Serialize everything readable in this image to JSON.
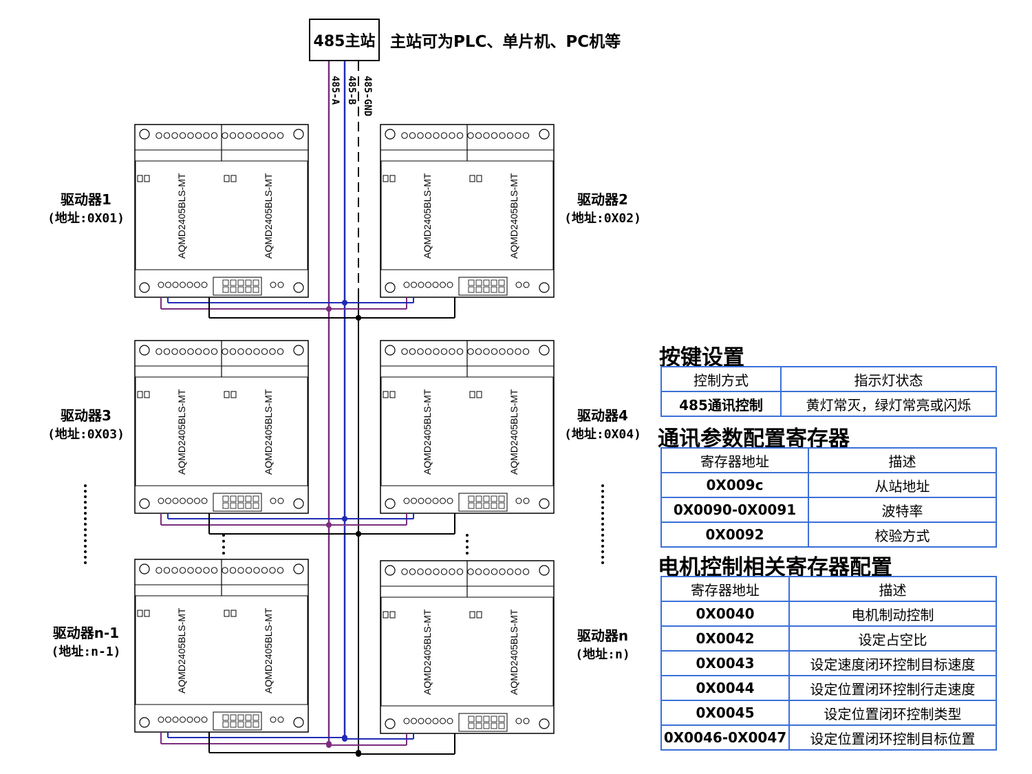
{
  "master": {
    "label": "485主站",
    "note": "主站可为PLC、单片机、PC机等"
  },
  "bus_lines": {
    "a": "485-A",
    "b": "485-B",
    "gnd": "485-GND"
  },
  "colors": {
    "line_a": "#7b2d7e",
    "line_b": "#1f2bb5",
    "line_gnd": "#000000",
    "table_border": "#3a6fd8"
  },
  "drivers": [
    {
      "name": "驱动器1",
      "addr": "(地址:0X01)"
    },
    {
      "name": "驱动器2",
      "addr": "(地址:0X02)"
    },
    {
      "name": "驱动器3",
      "addr": "(地址:0X03)"
    },
    {
      "name": "驱动器4",
      "addr": "(地址:0X04)"
    },
    {
      "name": "驱动器n-1",
      "addr": "(地址:n-1)"
    },
    {
      "name": "驱动器n",
      "addr": "(地址:n)"
    }
  ],
  "model": "AQMD2405BLS-MT",
  "key_settings": {
    "title": "按键设置",
    "headers": [
      "控制方式",
      "指示灯状态"
    ],
    "rows": [
      [
        "485通讯控制",
        "黄灯常灭，绿灯常亮或闪烁"
      ]
    ]
  },
  "comm_registers": {
    "title": "通讯参数配置寄存器",
    "headers": [
      "寄存器地址",
      "描述"
    ],
    "rows": [
      [
        "0X009c",
        "从站地址"
      ],
      [
        "0X0090-0X0091",
        "波特率"
      ],
      [
        "0X0092",
        "校验方式"
      ]
    ]
  },
  "motor_registers": {
    "title": "电机控制相关寄存器配置",
    "headers": [
      "寄存器地址",
      "描述"
    ],
    "rows": [
      [
        "0X0040",
        "电机制动控制"
      ],
      [
        "0X0042",
        "设定占空比"
      ],
      [
        "0X0043",
        "设定速度闭环控制目标速度"
      ],
      [
        "0X0044",
        "设定位置闭环控制行走速度"
      ],
      [
        "0X0045",
        "设定位置闭环控制类型"
      ],
      [
        "0X0046-0X0047",
        "设定位置闭环控制目标位置"
      ]
    ]
  }
}
